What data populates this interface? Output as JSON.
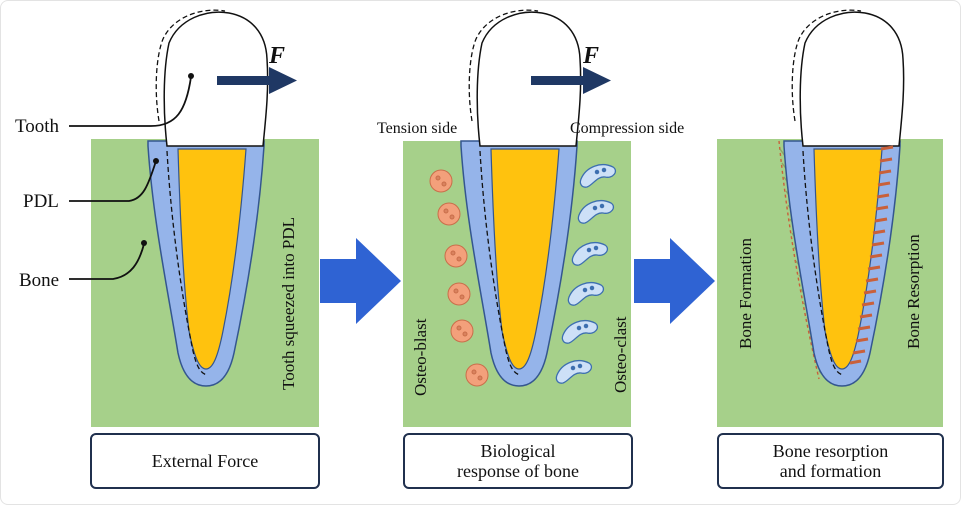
{
  "labels": {
    "tooth": "Tooth",
    "pdl": "PDL",
    "bone": "Bone",
    "force_1": "F",
    "force_2": "F",
    "squeezed": "Tooth squeezed into PDL",
    "tension_side": "Tension side",
    "compression_side": "Compression side",
    "osteoblast": "Osteo-blast",
    "osteoclast": "Osteo-clast",
    "bone_formation": "Bone Formation",
    "bone_resorption": "Bone Resorption"
  },
  "captions": {
    "panel1": "External Force",
    "panel2": "Biological\nresponse of bone",
    "panel3": "Bone resorption\nand formation"
  },
  "colors": {
    "bone": "#a6d08a",
    "pdl": "#95b4ea",
    "pulp": "#ffc20e",
    "arrow": "#2f63d3",
    "force_arrow": "#1f3864",
    "osteoblast": "#f3a07b",
    "osteoclast": "#cde0f7",
    "resorption_hatch": "#c9603a",
    "formation_hatch": "#8fa464"
  }
}
